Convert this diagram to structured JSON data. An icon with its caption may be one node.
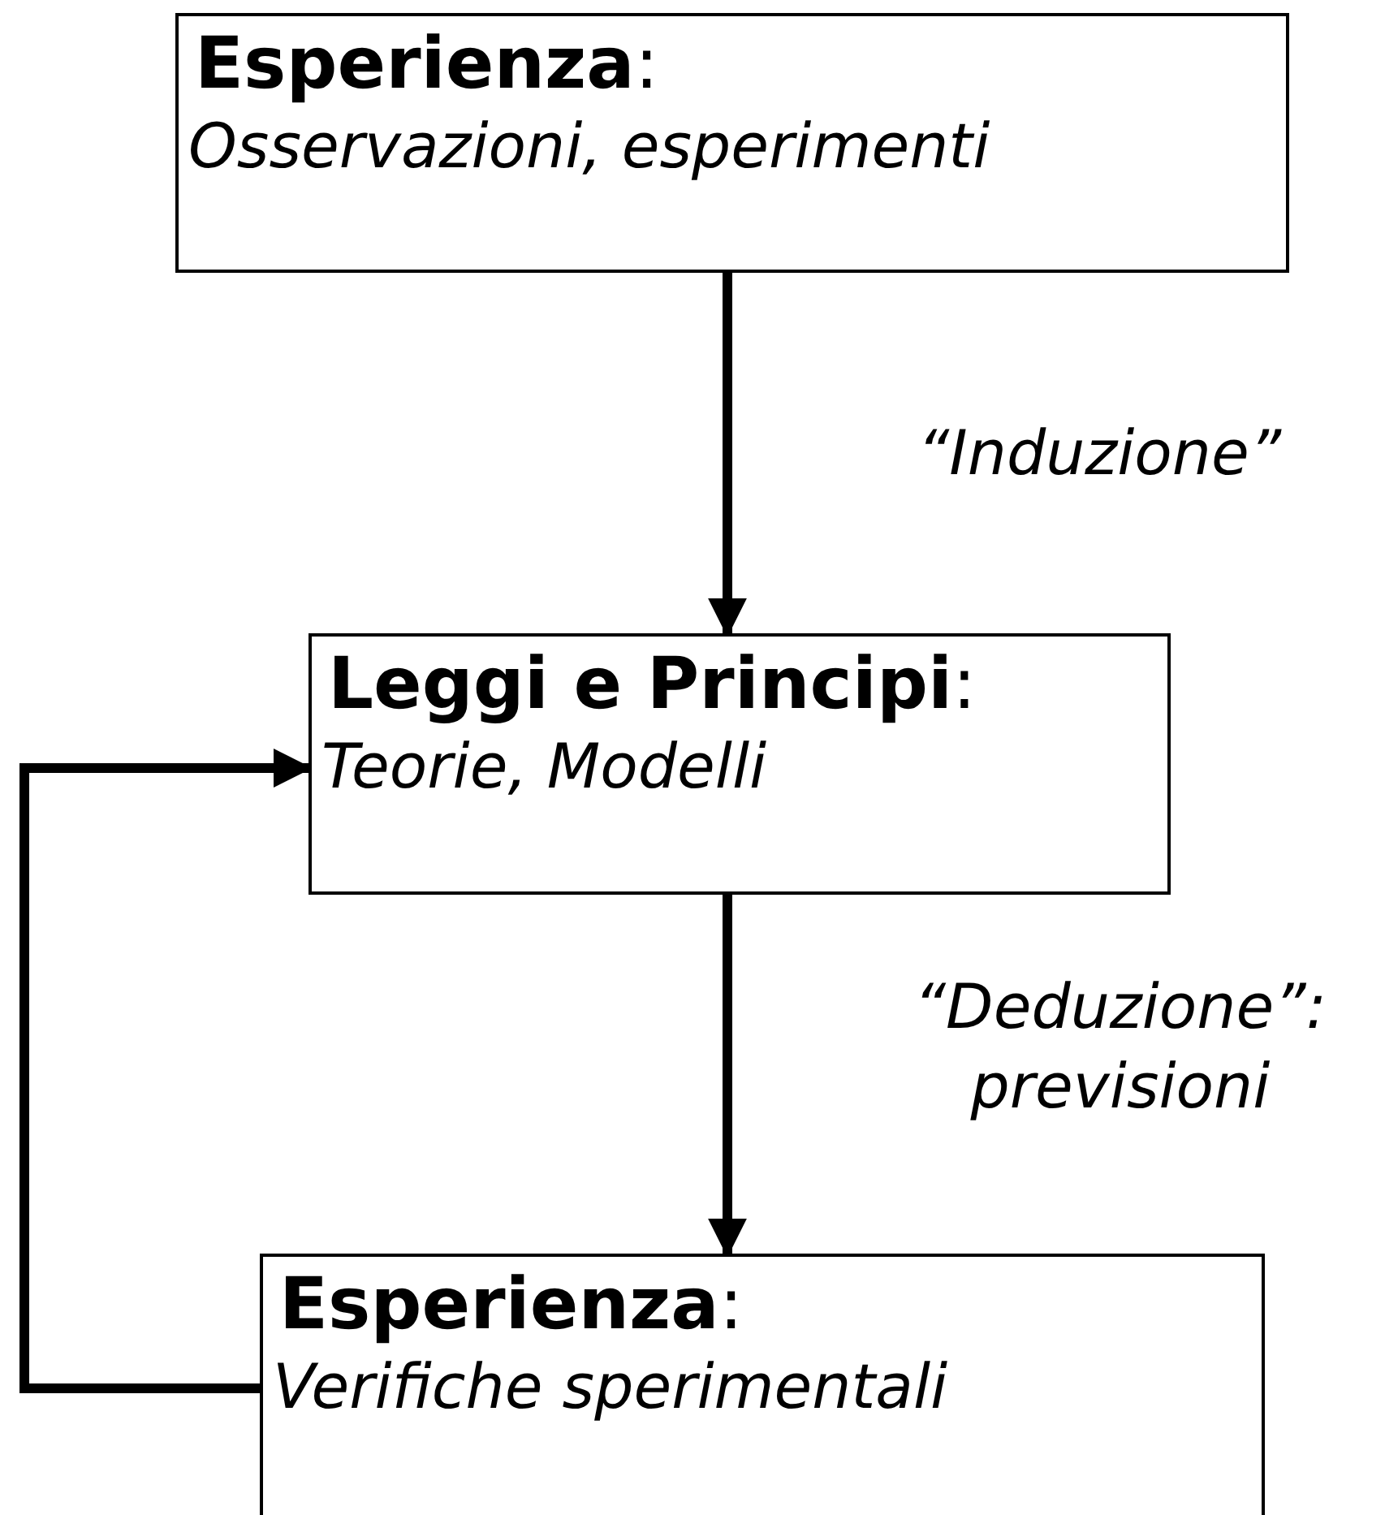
{
  "diagram": {
    "nodes": [
      {
        "text": [
          "**Esperienza**:",
          "Osservazioni, esperimenti"
        ]
      },
      {
        "text": [
          "**Leggi e Principi**:",
          "Teorie, Modelli"
        ]
      },
      {
        "text": [
          "**Esperienza**:",
          "Verifiche sperimentali"
        ]
      }
    ],
    "edges": [
      {
        "from": 0,
        "to": 1,
        "arrow": "to",
        "label": "“Induzione”"
      },
      {
        "from": 1,
        "to": 2,
        "arrow": "to",
        "label": "“Deduzione”: previsioni"
      },
      {
        "from": 2,
        "to": 1,
        "arrow": "to"
      }
    ]
  }
}
